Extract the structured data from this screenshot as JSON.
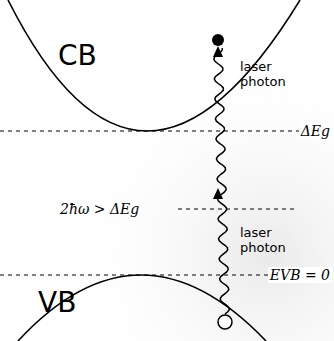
{
  "diagram": {
    "labels": [
      "CB",
      "VB",
      "laser photon",
      "laser photon",
      "ΔEg",
      "2ħω > ΔEg",
      "EVB = 0"
    ]
  }
}
